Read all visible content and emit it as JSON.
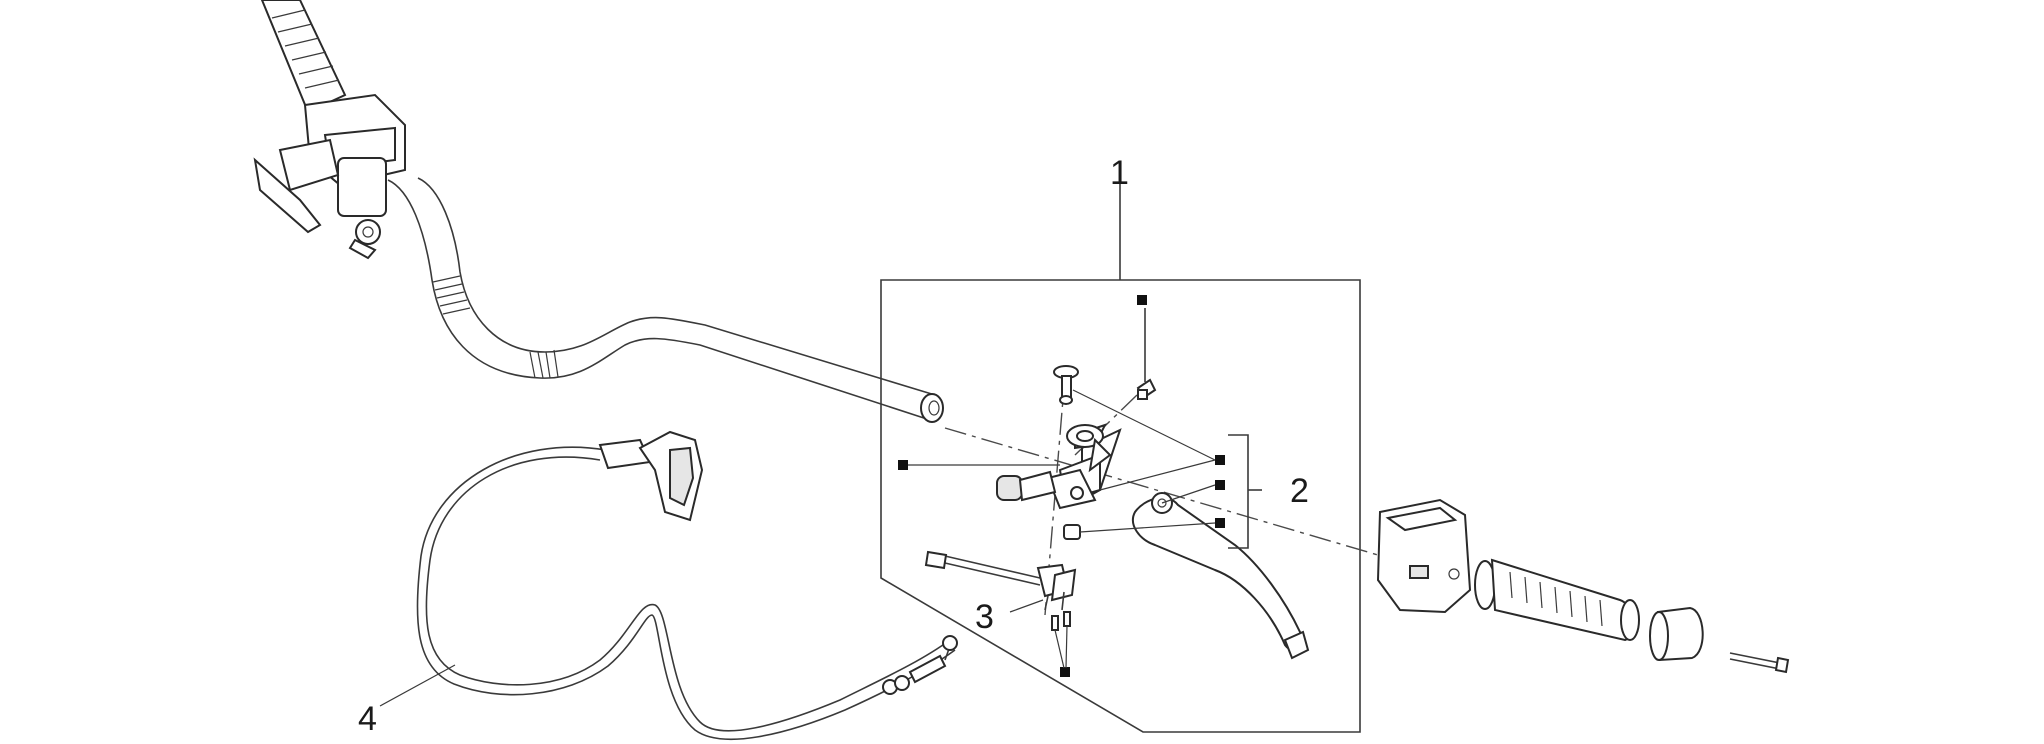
{
  "callouts": [
    {
      "id": "1",
      "label": "1"
    },
    {
      "id": "2",
      "label": "2"
    },
    {
      "id": "3",
      "label": "3"
    },
    {
      "id": "4",
      "label": "4"
    }
  ],
  "colors": {
    "line": "#2a2a2a",
    "background": "#ffffff",
    "marker": "#111111",
    "part_fill": "#e6e6e6"
  },
  "icons": [
    "square-marker-icon"
  ]
}
